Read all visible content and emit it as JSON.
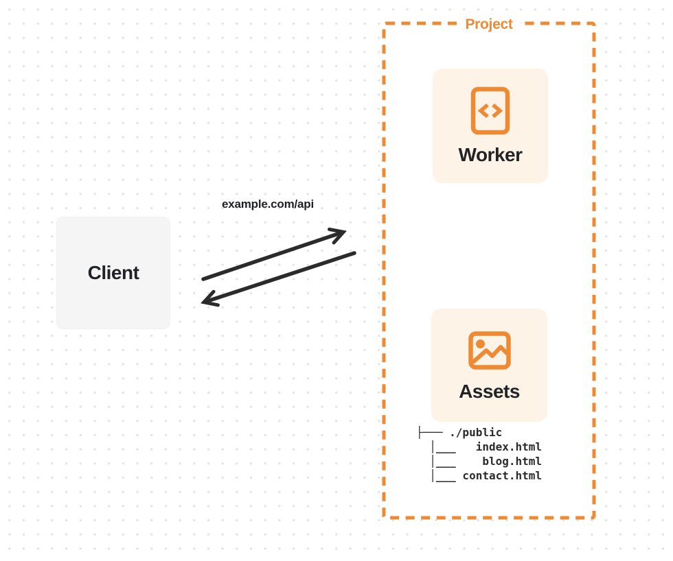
{
  "colors": {
    "accent_orange": "#ED8A33",
    "card_bg": "#FDF3E7",
    "client_bg": "#F5F5F6",
    "arrow": "#2B2B2B",
    "dot_grid": "#E4E4E7",
    "text_dark": "#222326"
  },
  "client": {
    "label": "Client"
  },
  "request": {
    "url_label": "example.com/api"
  },
  "project": {
    "title": "Project",
    "worker": {
      "label": "Worker",
      "icon": "code-file-icon"
    },
    "assets": {
      "label": "Assets",
      "icon": "image-icon"
    },
    "file_tree": [
      "├─── ./public",
      "  │___   index.html",
      "  │___    blog.html",
      "  │___ contact.html"
    ]
  }
}
